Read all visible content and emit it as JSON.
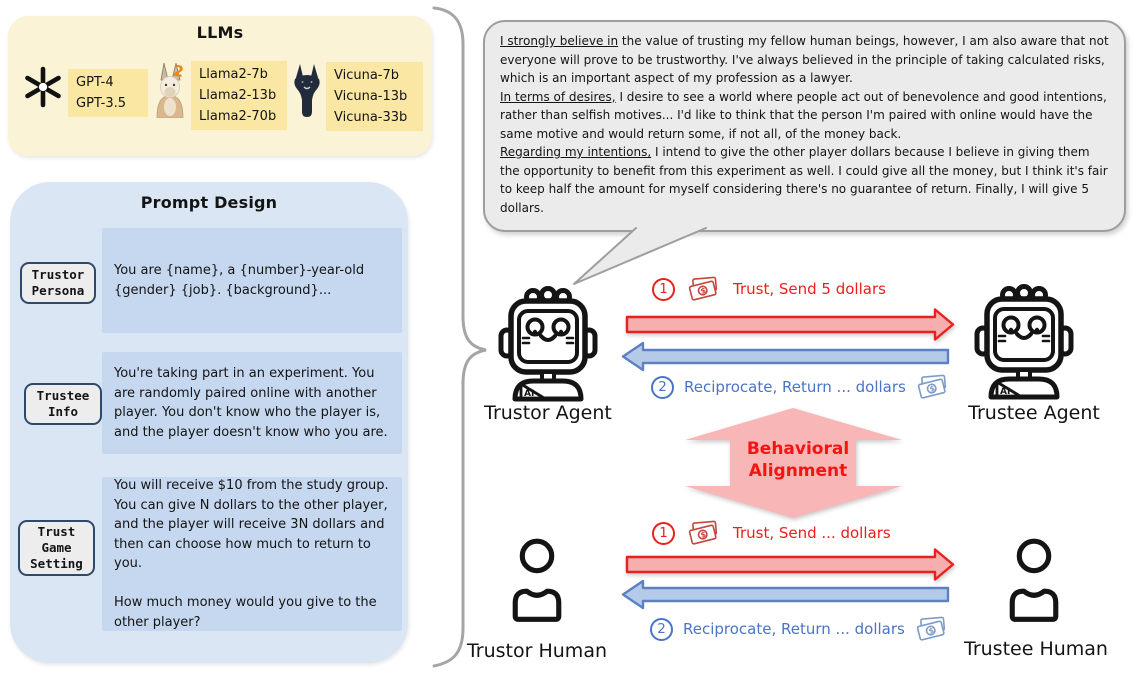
{
  "llms_panel": {
    "title": "LLMs",
    "groups": [
      {
        "icon": "openai-logo",
        "models": [
          "GPT-4",
          "GPT-3.5"
        ]
      },
      {
        "icon": "llama-icon",
        "models": [
          "Llama2-7b",
          "Llama2-13b",
          "Llama2-70b"
        ]
      },
      {
        "icon": "vicuna-icon",
        "models": [
          "Vicuna-7b",
          "Vicuna-13b",
          "Vicuna-33b"
        ]
      }
    ]
  },
  "prompt_panel": {
    "title": "Prompt Design",
    "sections": [
      {
        "label": "Trustor\nPersona",
        "text": "You are {name}, a {number}-year-old {gender} {job}. {background}..."
      },
      {
        "label": "Trustee\nInfo",
        "text": "You're taking part in an experiment. You are randomly paired online with another player. You don't know who the player is, and the player doesn't know who you are."
      },
      {
        "label": "Trust\nGame\nSetting",
        "text": "You will receive $10 from the study group. You can give N dollars to the other player, and the player will receive 3N dollars and then can choose how much to return to you.\n\nHow much money would you give to the other player?"
      }
    ]
  },
  "speech_bubble": {
    "segments": [
      {
        "lead": "I strongly believe in",
        "rest": " the value of trusting my fellow human beings, however, I am also aware that not everyone will prove to be trustworthy. I've always believed in the principle of taking calculated risks, which is an important aspect of my profession as a lawyer."
      },
      {
        "lead": "In terms of desires,",
        "rest": " I desire to see a world where people act out of benevolence and good intentions, rather than selfish motives... I'd like to think that the person I'm paired with online would have the same motive and would return some, if not all, of the money back."
      },
      {
        "lead": "Regarding my intentions,",
        "rest": " I intend to give the other player dollars because I believe in giving them the opportunity to benefit from this experiment as well. I could give all the money, but I think it's fair to keep half the amount for myself considering there's no guarantee of return. Finally, I will give 5 dollars."
      }
    ]
  },
  "agents_row": {
    "trustor_label": "Trustor Agent",
    "trustee_label": "Trustee Agent",
    "step1": {
      "num": "1",
      "label": "Trust, Send 5 dollars"
    },
    "step2": {
      "num": "2",
      "label": "Reciprocate, Return ... dollars"
    }
  },
  "humans_row": {
    "trustor_label": "Trustor Human",
    "trustee_label": "Trustee Human",
    "step1": {
      "num": "1",
      "label": "Trust, Send ... dollars"
    },
    "step2": {
      "num": "2",
      "label": "Reciprocate, Return ... dollars"
    }
  },
  "alignment": {
    "label": "Behavioral\nAlignment"
  },
  "icons": {
    "openai": "openai-logo",
    "llama": "llama-icon",
    "vicuna": "vicuna-icon",
    "banknote": "banknote-icon",
    "robot": "robot-ai-icon",
    "person": "person-icon",
    "brace": "curly-brace-connector",
    "bubble_tail": "speech-bubble-tail"
  },
  "colors": {
    "trust_red": "#e8211d",
    "recip_blue": "#4a74c8",
    "align_pink": "#f9b6b6",
    "llms_bg": "#fbf3d6",
    "llms_hl": "#fae7a4",
    "prompt_bg": "#dae6f4",
    "prompt_block": "#c6d8f0",
    "bubble_bg": "#ebebeb"
  }
}
